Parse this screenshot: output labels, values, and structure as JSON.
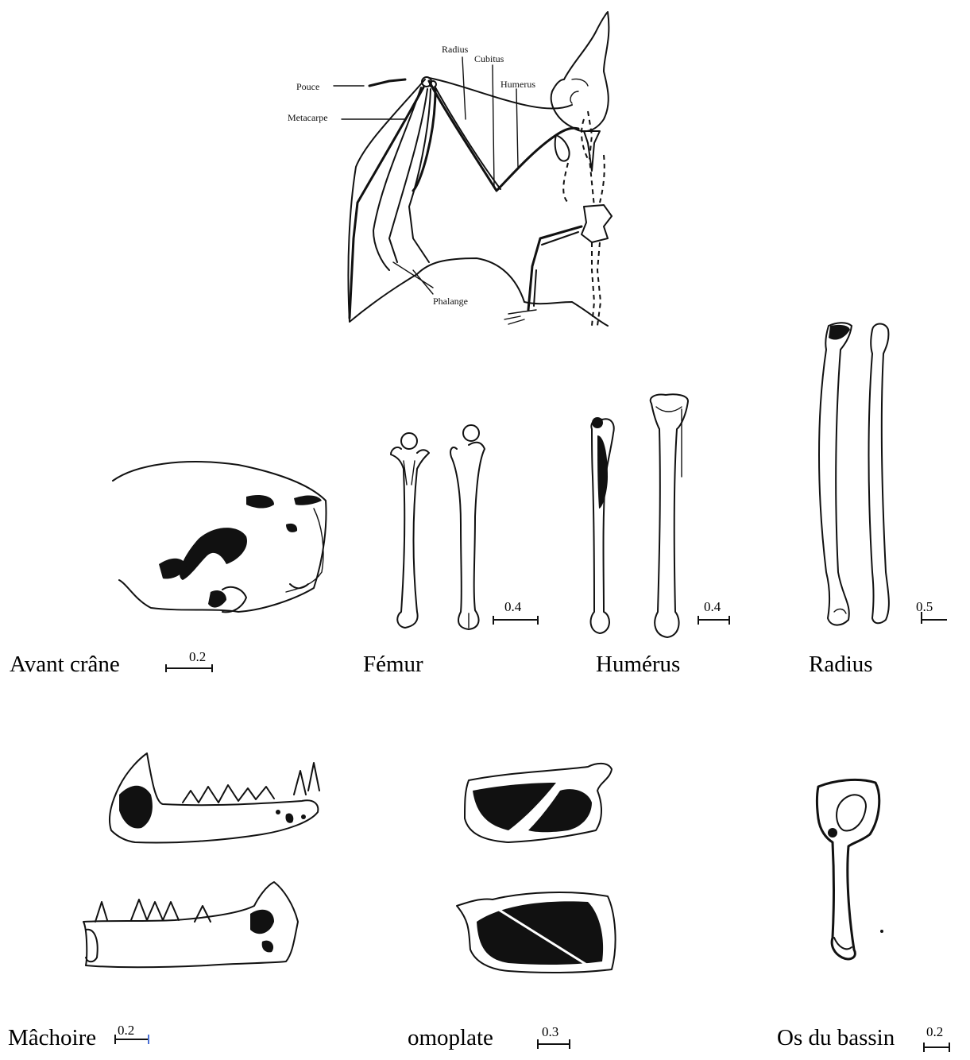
{
  "wing_diagram": {
    "labels": {
      "pouce": "Pouce",
      "metacarpe": "Metacarpe",
      "radius": "Radius",
      "cubitus": "Cubitus",
      "humerus": "Humerus",
      "phalange": "Phalange"
    }
  },
  "specimens": {
    "avant_crane": {
      "caption": "Avant crâne",
      "scale": "0.2"
    },
    "femur": {
      "caption": "Fémur",
      "scale": "0.4"
    },
    "humerus": {
      "caption": "Humérus",
      "scale": "0.4"
    },
    "radius": {
      "caption": "Radius",
      "scale": "0.5"
    },
    "machoire": {
      "caption": "Mâchoire",
      "scale": "0.2"
    },
    "omoplate": {
      "caption": "omoplate",
      "scale": "0.3"
    },
    "os_du_bassin": {
      "caption": "Os du bassin",
      "scale": "0.2"
    }
  }
}
